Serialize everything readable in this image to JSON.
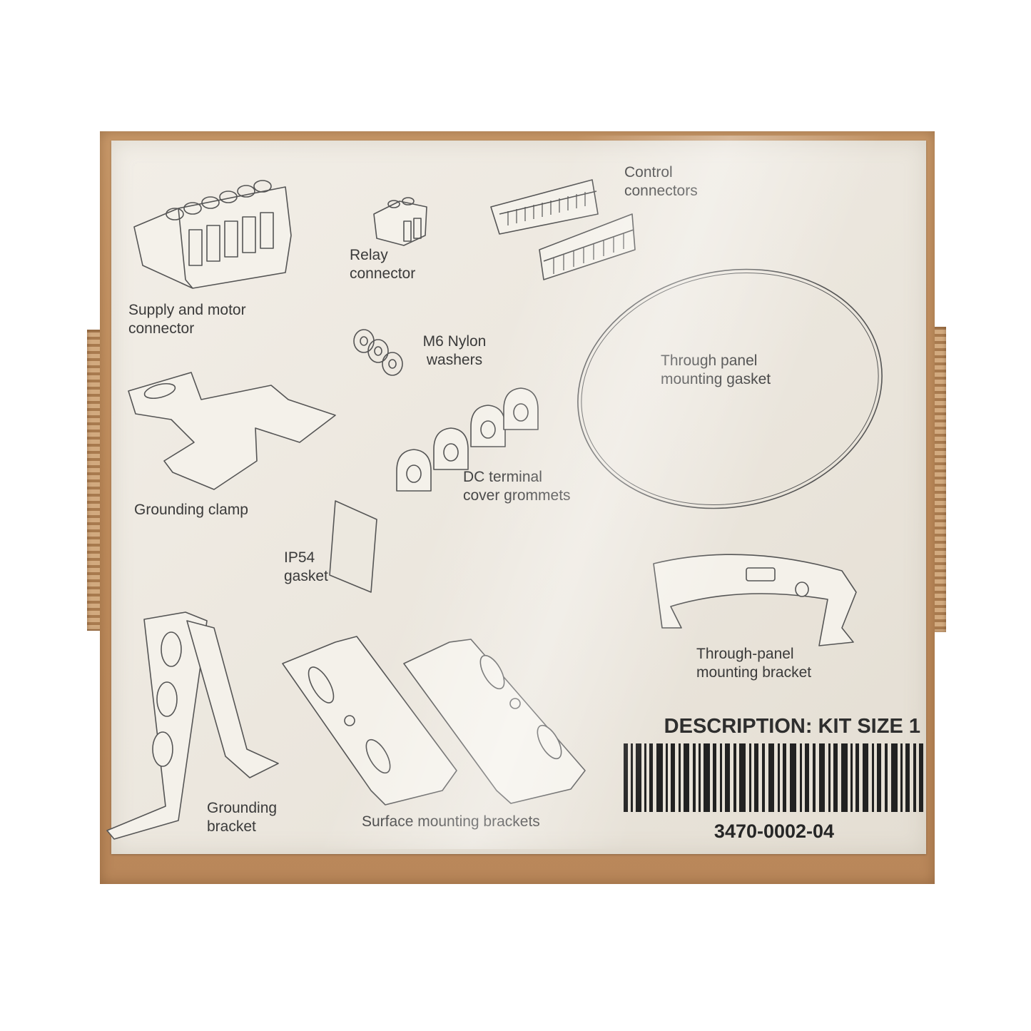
{
  "box": {
    "labels": {
      "supply_motor": [
        "Supply and motor",
        "connector"
      ],
      "relay": [
        "Relay",
        "connector"
      ],
      "control": [
        "Control",
        "connectors"
      ],
      "washers": [
        "M6 Nylon",
        "washers"
      ],
      "gasket_panel": [
        "Through panel",
        "mounting gasket"
      ],
      "grounding_clamp": "Grounding clamp",
      "grommets": [
        "DC terminal",
        "cover grommets"
      ],
      "ip54": [
        "IP54",
        "gasket"
      ],
      "through_bracket": [
        "Through-panel",
        "mounting bracket"
      ],
      "grounding_bracket": [
        "Grounding",
        "bracket"
      ],
      "surface_brackets": "Surface mounting brackets"
    },
    "description": "DESCRIPTION: KIT SIZE 1",
    "part_number": "3470-0002-04"
  },
  "colors": {
    "cardboard": "#c49464",
    "label": "#eeeae2",
    "ink": "#3a3a3a"
  }
}
